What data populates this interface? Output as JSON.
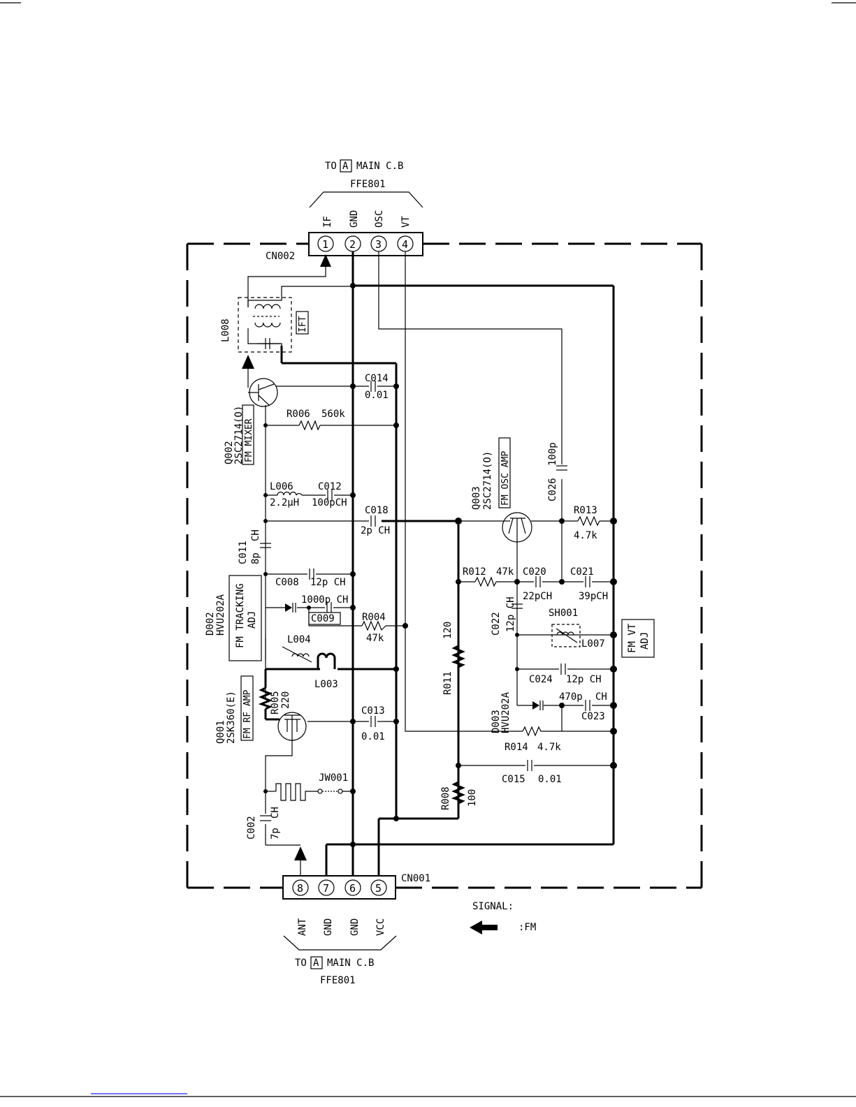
{
  "header_connector": {
    "to_label": "TO",
    "board_letter": "A",
    "board_label": "MAIN C.B",
    "part": "FFE801",
    "ref": "CN002",
    "pins": [
      {
        "num": "1",
        "name": "IF"
      },
      {
        "num": "2",
        "name": "GND"
      },
      {
        "num": "3",
        "name": "OSC"
      },
      {
        "num": "4",
        "name": "VT"
      }
    ]
  },
  "footer_connector": {
    "to_label": "TO",
    "board_letter": "A",
    "board_label": "MAIN C.B",
    "part": "FFE801",
    "ref": "CN001",
    "pins": [
      {
        "num": "8",
        "name": "ANT"
      },
      {
        "num": "7",
        "name": "GND"
      },
      {
        "num": "6",
        "name": "GND"
      },
      {
        "num": "5",
        "name": "VCC"
      }
    ]
  },
  "components": {
    "L008": "L008",
    "IFT": "IFT",
    "Q002_ref": "Q002",
    "Q002_part": "2SC2714(O)",
    "Q002_func": "FM MIXER",
    "C014": "C014",
    "C014_val": "0.01",
    "R006": "R006",
    "R006_val": "560k",
    "L006": "L006",
    "L006_val": "2.2μH",
    "C012": "C012",
    "C012_val": "100pCH",
    "C018": "C018",
    "C018_val": "2p CH",
    "C011": "C011",
    "C011_val": "8p",
    "C011_ch": "CH",
    "C008": "C008",
    "C008_val": "12p CH",
    "C009": "C009",
    "C009_val": "1000p CH",
    "D002_ref": "D002",
    "D002_part": "HVU202A",
    "D002_func": "FM TRACKING ADJ",
    "R004": "R004",
    "R004_val": "47k",
    "L004": "L004",
    "L003": "L003",
    "R005": "R005",
    "R005_val": "220",
    "Q001_ref": "Q001",
    "Q001_part": "2SK360(E)",
    "Q001_func": "FM RF AMP",
    "C013": "C013",
    "C013_val": "0.01",
    "JW001": "JW001",
    "C002": "C002",
    "C002_val": "7p",
    "C002_ch": "CH",
    "Q003_ref": "Q003",
    "Q003_part": "2SC2714(O)",
    "Q003_func": "FM OSC AMP",
    "C026": "C026",
    "C026_val": "100p",
    "R013": "R013",
    "R013_val": "4.7k",
    "R012": "R012",
    "R012_val": "47k",
    "C020": "C020",
    "C020_val": "22pCH",
    "C021": "C021",
    "C021_val": "39pCH",
    "R011": "R011",
    "R011_val": "120",
    "C022": "C022",
    "C022_val": "12p CH",
    "SH001": "SH001",
    "L007": "L007",
    "FMVT_func": "FM VT ADJ",
    "C024": "C024",
    "C024_val": "12p CH",
    "D003_ref": "D003",
    "D003_part": "HVU202A",
    "C023": "C023",
    "C023_val": "470p",
    "C023_ch": "CH",
    "R014": "R014",
    "R014_val": "4.7k",
    "C015": "C015",
    "C015_val": "0.01",
    "R008": "R008",
    "R008_val": "100"
  },
  "legend": {
    "title": "SIGNAL:",
    "fm": ":FM"
  }
}
